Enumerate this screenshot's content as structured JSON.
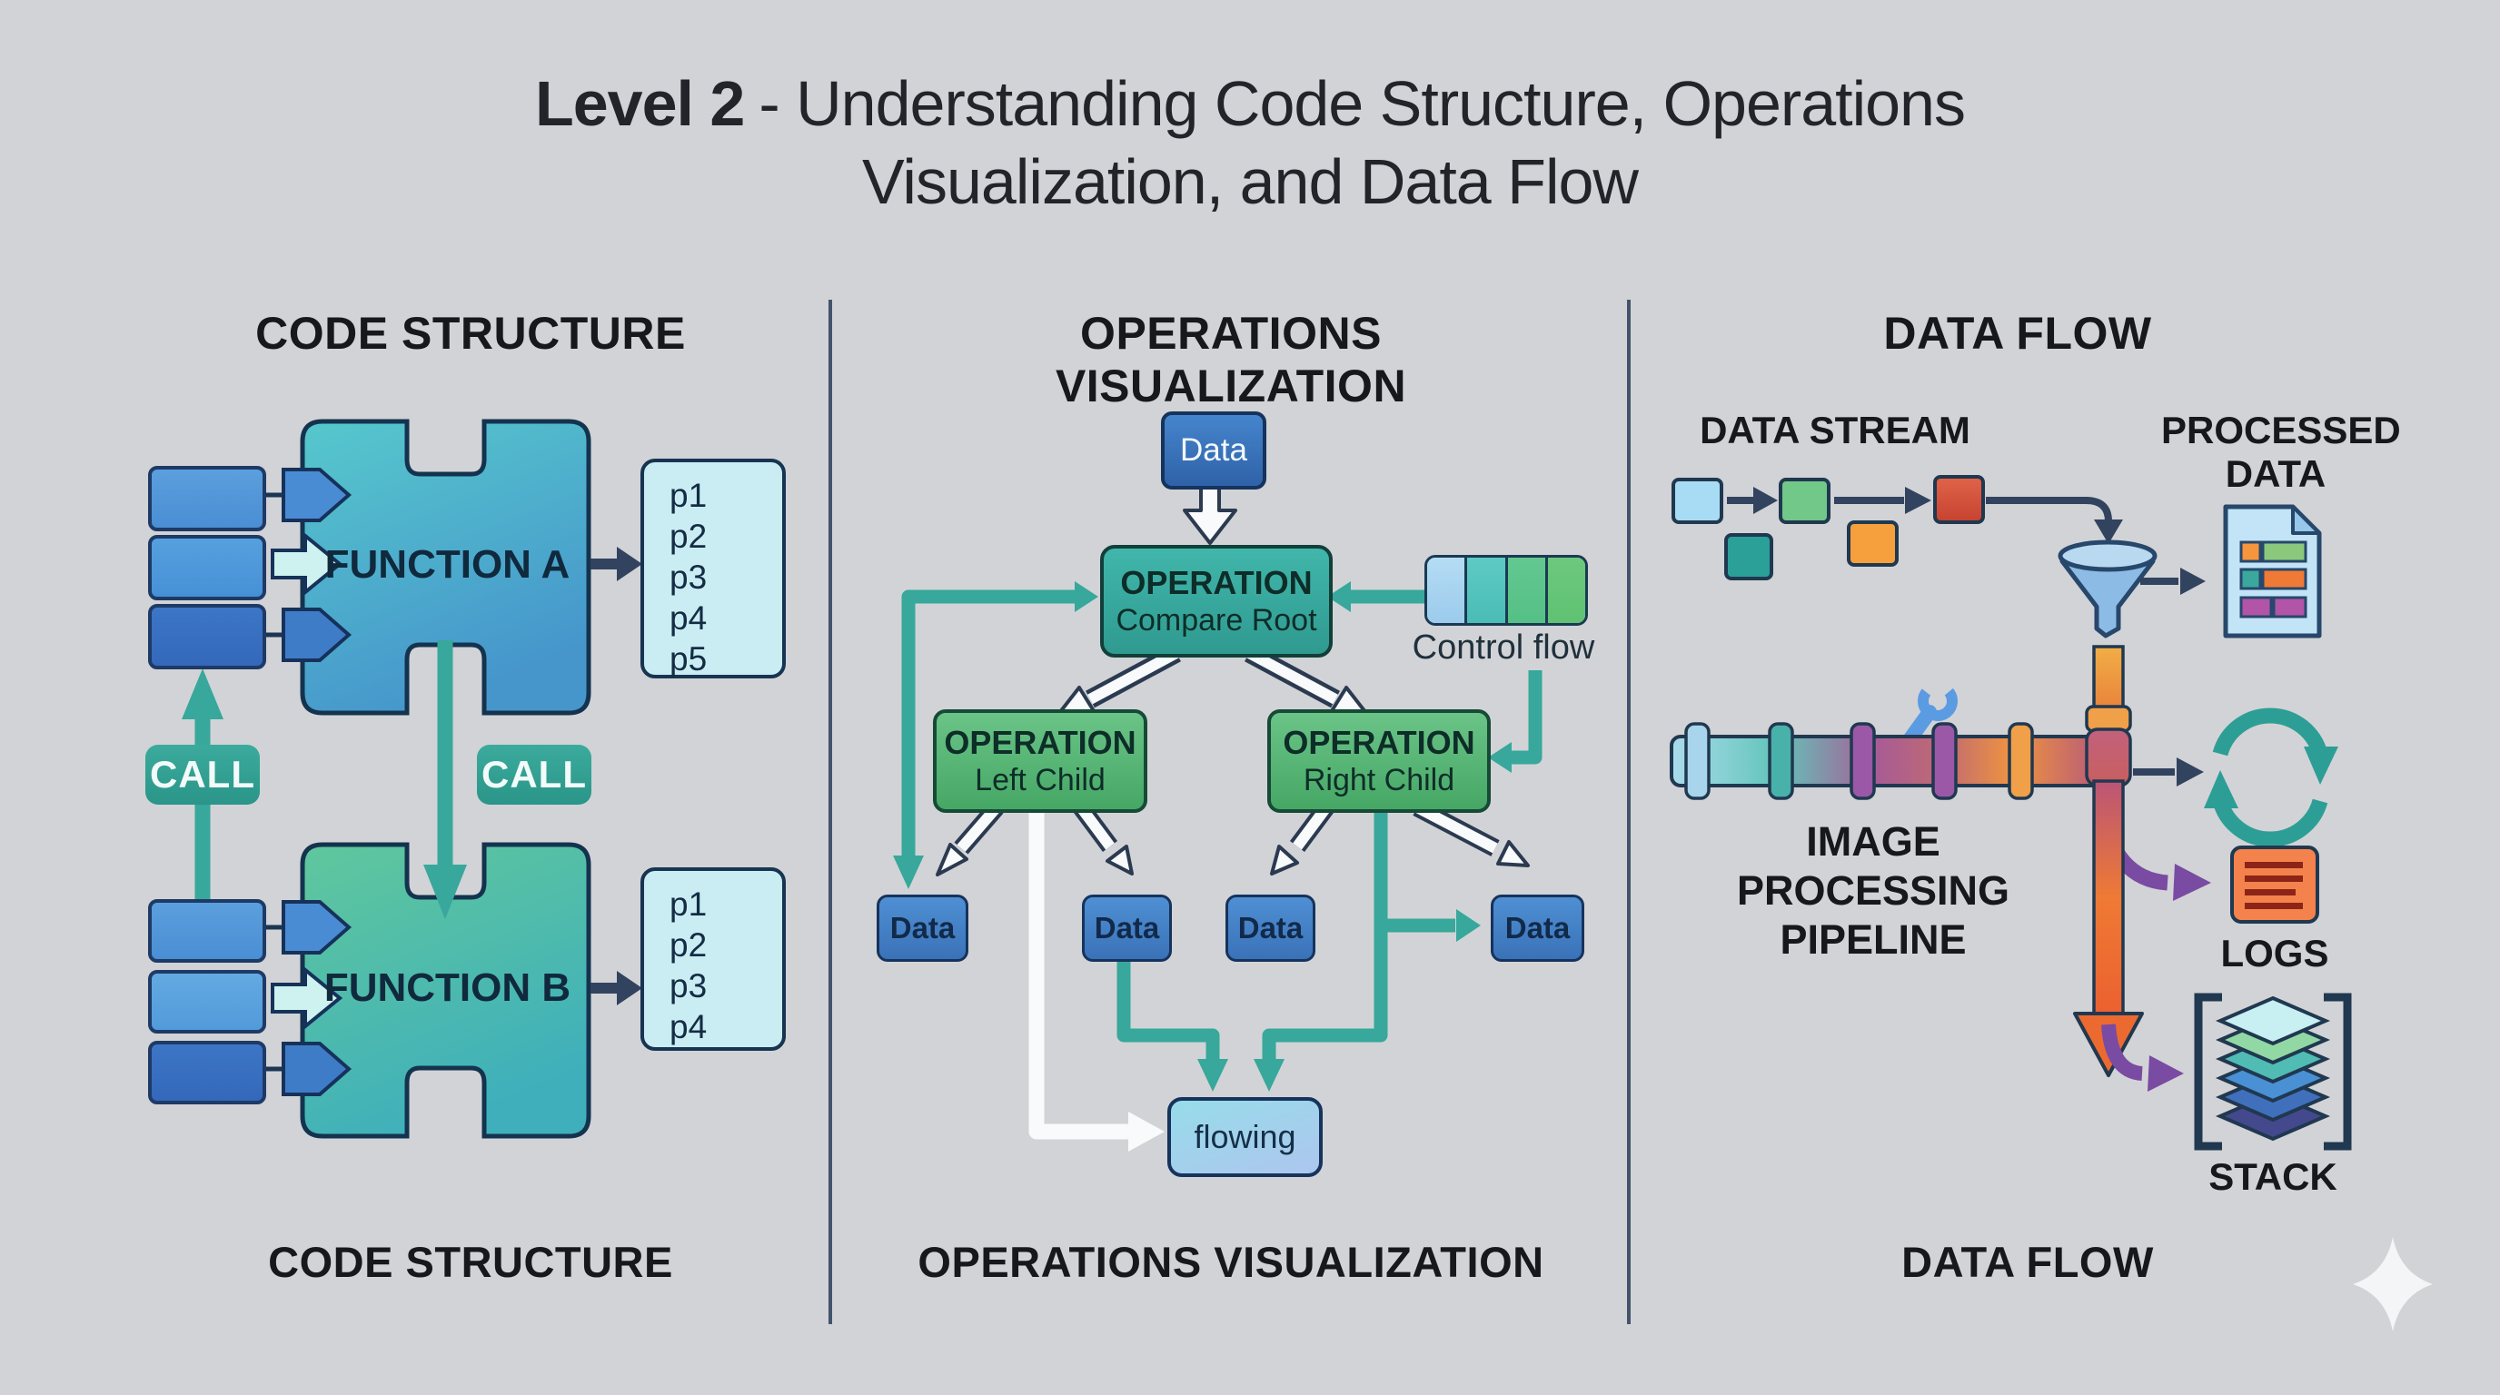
{
  "title": {
    "lead": "Level 2",
    "line1_rest": "- Understanding Code Structure, Operations",
    "line2": "Visualization, and Data Flow"
  },
  "sections": {
    "code": {
      "header": "CODE STRUCTURE",
      "footer": "CODE STRUCTURE",
      "call_left": "CALL",
      "call_right": "CALL",
      "function_a": {
        "name": "FUNCTION A",
        "params": [
          "p1",
          "p2",
          "p3",
          "p4",
          "p5"
        ]
      },
      "function_b": {
        "name": "FUNCTION B",
        "params": [
          "p1",
          "p2",
          "p3",
          "p4"
        ]
      }
    },
    "ops": {
      "header": "OPERATIONS VISUALIZATION",
      "footer": "OPERATIONS VISUALIZATION",
      "input_data": "Data",
      "root": {
        "title": "OPERATION",
        "subtitle": "Compare Root"
      },
      "left": {
        "title": "OPERATION",
        "subtitle": "Left Child"
      },
      "right": {
        "title": "OPERATION",
        "subtitle": "Right Child"
      },
      "leaves": [
        "Data",
        "Data",
        "Data",
        "Data"
      ],
      "flowing": "flowing",
      "legend": "Control flow"
    },
    "flow": {
      "header": "DATA FLOW",
      "footer": "DATA FLOW",
      "stream": "DATA STREAM",
      "processed_line1": "PROCESSED",
      "processed_line2": "DATA",
      "pipeline_line1": "IMAGE PROCESSING",
      "pipeline_line2": "PIPELINE",
      "logs": "LOGS",
      "stack": "STACK"
    }
  },
  "colors": {
    "background": "#d2d3d6",
    "teal_arrow": "#37a89b",
    "call_chip": "#31a495",
    "function_a_gradient": [
      "#55c7cb",
      "#489ecd"
    ],
    "function_b_gradient": [
      "#5fc69b",
      "#40b2bc"
    ],
    "operation_teal": "#3ab0a5",
    "operation_green": "#58b877",
    "data_node_blue": "#4585cd",
    "flowing_gradient": [
      "#97dcea",
      "#adc6ee"
    ],
    "legend_segments": [
      "#a9d3f0",
      "#53c6c0",
      "#5bc48c",
      "#66c578"
    ],
    "stream_blocks": [
      "#a8dcf4",
      "#72c888",
      "#da5340",
      "#2ba099",
      "#f5a03c"
    ],
    "pipe_gradient": [
      "#abdcec",
      "#64c4ba",
      "#a85c94",
      "#ef9440",
      "#b2557e"
    ],
    "logs_orange": "#f4824c",
    "purple_arrow": "#7a4ba2",
    "navy_arrow": "#32435f",
    "stack_layers": [
      "#c8eff2",
      "#92d8a4",
      "#50bcb4",
      "#4a90d4",
      "#4070bc",
      "#43498c"
    ]
  }
}
